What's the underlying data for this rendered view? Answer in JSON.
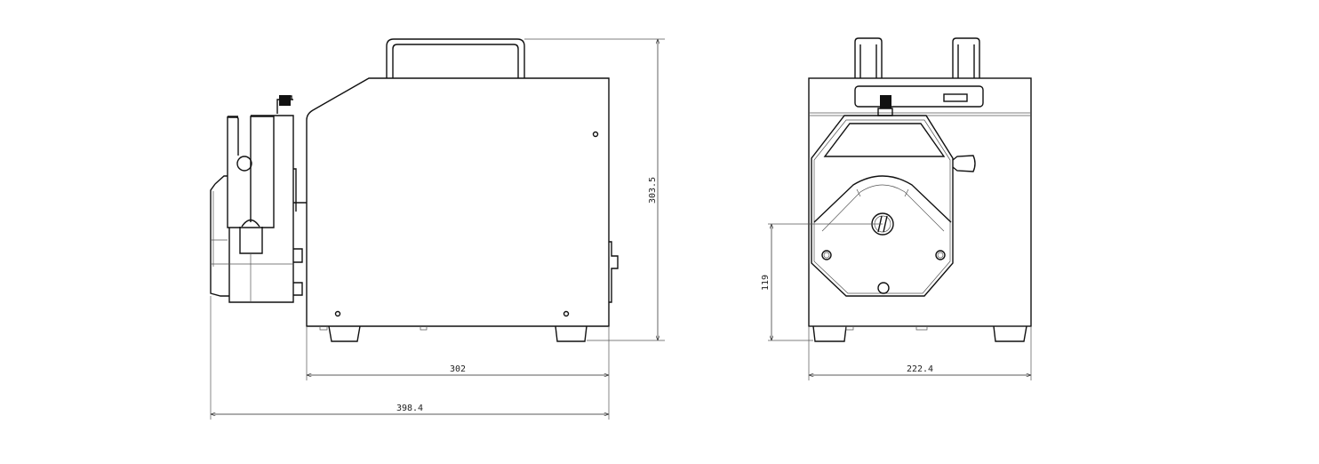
{
  "drawing": {
    "side_view": {
      "dimensions": {
        "body_depth": "302",
        "overall_depth": "398.4",
        "overall_height": "303.5"
      }
    },
    "front_view": {
      "dimensions": {
        "shaft_height": "119",
        "width": "222.4"
      }
    },
    "colors": {
      "line": "#111111",
      "background": "#ffffff"
    }
  }
}
